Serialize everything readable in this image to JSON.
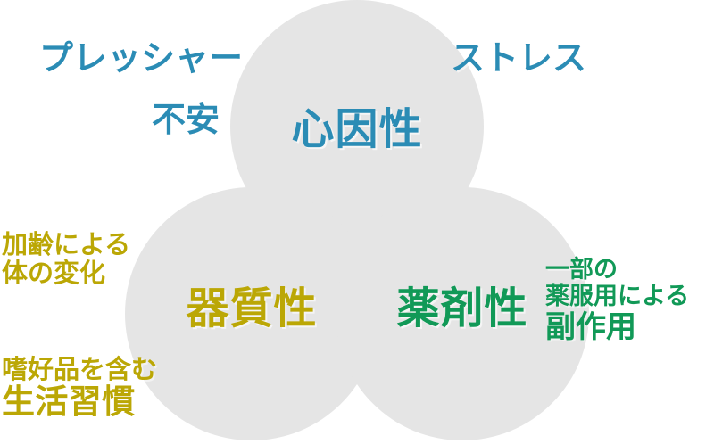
{
  "diagram": {
    "title_concept": "constipation-cause-categories",
    "colors": {
      "circle_fill": "#e5e5e5",
      "background": "#ffffff",
      "psychogenic_blue": "#2b8cb5",
      "organic_gold": "#bba705",
      "drug_green": "#119957"
    },
    "circles": [
      {
        "id": "top",
        "label": "心因性",
        "color_key": "psychogenic_blue"
      },
      {
        "id": "bottom-left",
        "label": "器質性",
        "color_key": "organic_gold"
      },
      {
        "id": "bottom-right",
        "label": "薬剤性",
        "color_key": "drug_green"
      }
    ],
    "core_labels": {
      "psychogenic": "心因性",
      "organic": "器質性",
      "drug_induced": "薬剤性"
    },
    "annotations": {
      "pressure": {
        "lines": [
          "プレッシャー"
        ],
        "color_key": "psychogenic_blue"
      },
      "stress": {
        "lines": [
          "ストレス"
        ],
        "color_key": "psychogenic_blue"
      },
      "anxiety": {
        "lines": [
          "不安"
        ],
        "color_key": "psychogenic_blue"
      },
      "aging": {
        "lines": [
          "加齢による",
          "体の変化"
        ],
        "color_key": "organic_gold"
      },
      "lifestyle": {
        "lines": [
          "嗜好品を含む",
          "生活習慣"
        ],
        "color_key": "organic_gold"
      },
      "side_effect": {
        "lines": [
          "一部の",
          "薬服用による",
          "副作用"
        ],
        "color_key": "drug_green"
      }
    }
  }
}
